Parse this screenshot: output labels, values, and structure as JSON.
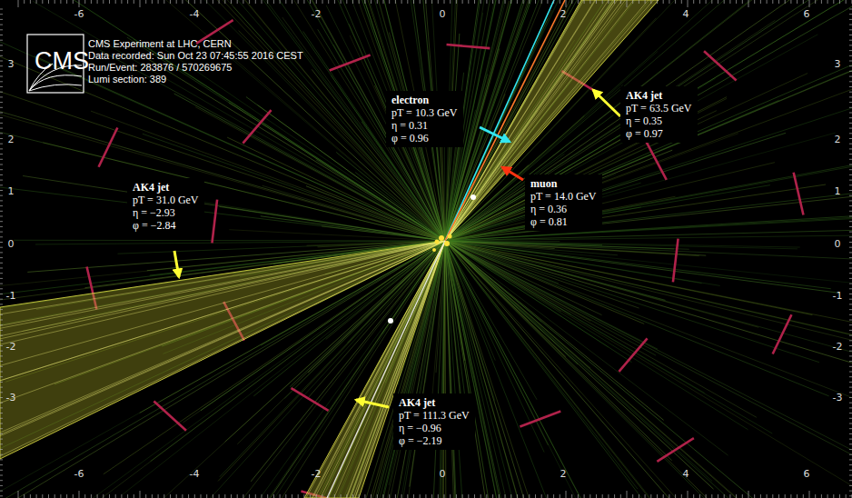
{
  "diagram": {
    "nodes": [
      {
        "text": [
          "electron",
          "pT = 10.3 GeV",
          "η = 0.31",
          "φ = 0.96"
        ]
      },
      {
        "text": [
          "AK4 jet",
          "pT = 63.5 GeV",
          "η = 0.35",
          "φ = 0.97"
        ]
      },
      {
        "text": [
          "muon",
          "pT = 14.0 GeV",
          "η = 0.36",
          "φ = 0.81"
        ]
      },
      {
        "text": [
          "AK4 jet",
          "pT = 31.0 GeV",
          "η = −2.93",
          "φ = −2.84"
        ]
      },
      {
        "text": [
          "AK4 jet",
          "pT = 111.3 GeV",
          "η = −0.96",
          "φ = −2.19"
        ]
      }
    ],
    "labels": [
      "CMS",
      "CMS Experiment at LHC, CERN",
      "Data recorded: Sun Oct 23 07:45:55 2016 CEST",
      "Run/Event: 283876 / 570269675",
      "Lumi section: 389",
      "-6",
      "-4",
      "-2",
      "0",
      "2",
      "4",
      "6",
      "-6",
      "-4",
      "-2",
      "0",
      "2",
      "4",
      "6",
      "3",
      "2",
      "1",
      "0",
      "-1",
      "-2",
      "-3",
      "3",
      "2",
      "1",
      "0",
      "-1",
      "-2",
      "-3"
    ]
  }
}
